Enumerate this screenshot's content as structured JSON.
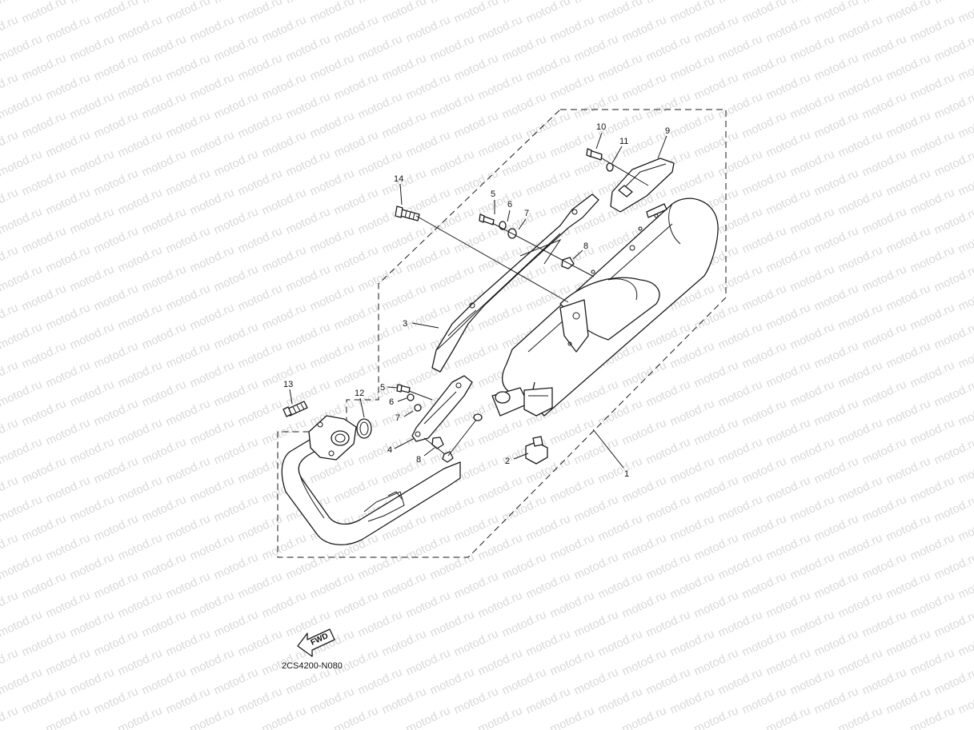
{
  "watermark": "motod.ru",
  "diagram_code": "2CS4200-N080",
  "fwd_label": "FWD",
  "callouts": [
    {
      "id": "c1",
      "label": "1"
    },
    {
      "id": "c2",
      "label": "2"
    },
    {
      "id": "c3",
      "label": "3"
    },
    {
      "id": "c4",
      "label": "4"
    },
    {
      "id": "c5a",
      "label": "5"
    },
    {
      "id": "c5b",
      "label": "5"
    },
    {
      "id": "c6a",
      "label": "6"
    },
    {
      "id": "c6b",
      "label": "6"
    },
    {
      "id": "c7a",
      "label": "7"
    },
    {
      "id": "c7b",
      "label": "7"
    },
    {
      "id": "c8a",
      "label": "8"
    },
    {
      "id": "c8b",
      "label": "8"
    },
    {
      "id": "c9",
      "label": "9"
    },
    {
      "id": "c10",
      "label": "10"
    },
    {
      "id": "c11",
      "label": "11"
    },
    {
      "id": "c12",
      "label": "12"
    },
    {
      "id": "c13",
      "label": "13"
    },
    {
      "id": "c14",
      "label": "14"
    }
  ]
}
